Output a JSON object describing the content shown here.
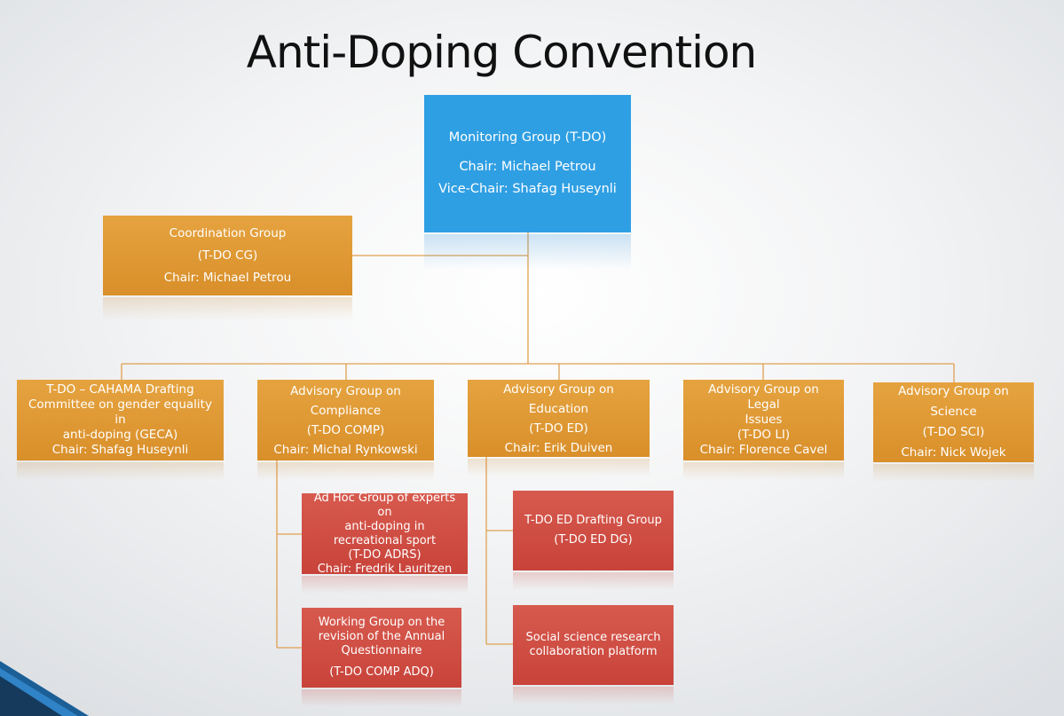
{
  "title": "Anti-Doping Convention",
  "colors": {
    "orange": "#e09a36",
    "blue": "#2f9fe3",
    "red": "#cc4b40",
    "connector": "#e0a050"
  },
  "monitoring": {
    "name": "Monitoring Group (T-DO)",
    "chair": "Chair: Michael Petrou",
    "vice_chair": "Vice-Chair: Shafag Huseynli"
  },
  "coordination": {
    "name": "Coordination Group",
    "code": "(T-DO CG)",
    "chair": "Chair: Michael Petrou"
  },
  "groups": [
    {
      "lines": [
        "T-DO – CAHAMA Drafting",
        "Committee on gender equality in",
        "anti-doping (GECA)"
      ],
      "chair": "Chair: Shafag Huseynli"
    },
    {
      "lines": [
        "Advisory Group on Compliance",
        "(T-DO COMP)"
      ],
      "chair": "Chair: Michal Rynkowski"
    },
    {
      "lines": [
        "Advisory Group on Education",
        "(T-DO ED)"
      ],
      "chair": "Chair: Erik Duiven"
    },
    {
      "lines": [
        "Advisory Group on Legal",
        "Issues",
        "(T-DO LI)"
      ],
      "chair": "Chair: Florence Cavel"
    },
    {
      "lines": [
        "Advisory Group on Science",
        "(T-DO SCI)"
      ],
      "chair": "Chair: Nick Wojek"
    }
  ],
  "compliance_sub": [
    {
      "lines": [
        "Ad Hoc Group of experts on",
        "anti-doping in",
        "recreational sport",
        "(T-DO ADRS)"
      ],
      "chair": "Chair: Fredrik Lauritzen"
    },
    {
      "lines": [
        "Working Group on the",
        "revision of the Annual",
        "Questionnaire"
      ],
      "code": "(T-DO COMP ADQ)"
    }
  ],
  "education_sub": [
    {
      "lines": [
        "T-DO ED Drafting Group",
        "(T-DO ED DG)"
      ]
    },
    {
      "lines": [
        "Social science research",
        "collaboration platform"
      ]
    }
  ]
}
